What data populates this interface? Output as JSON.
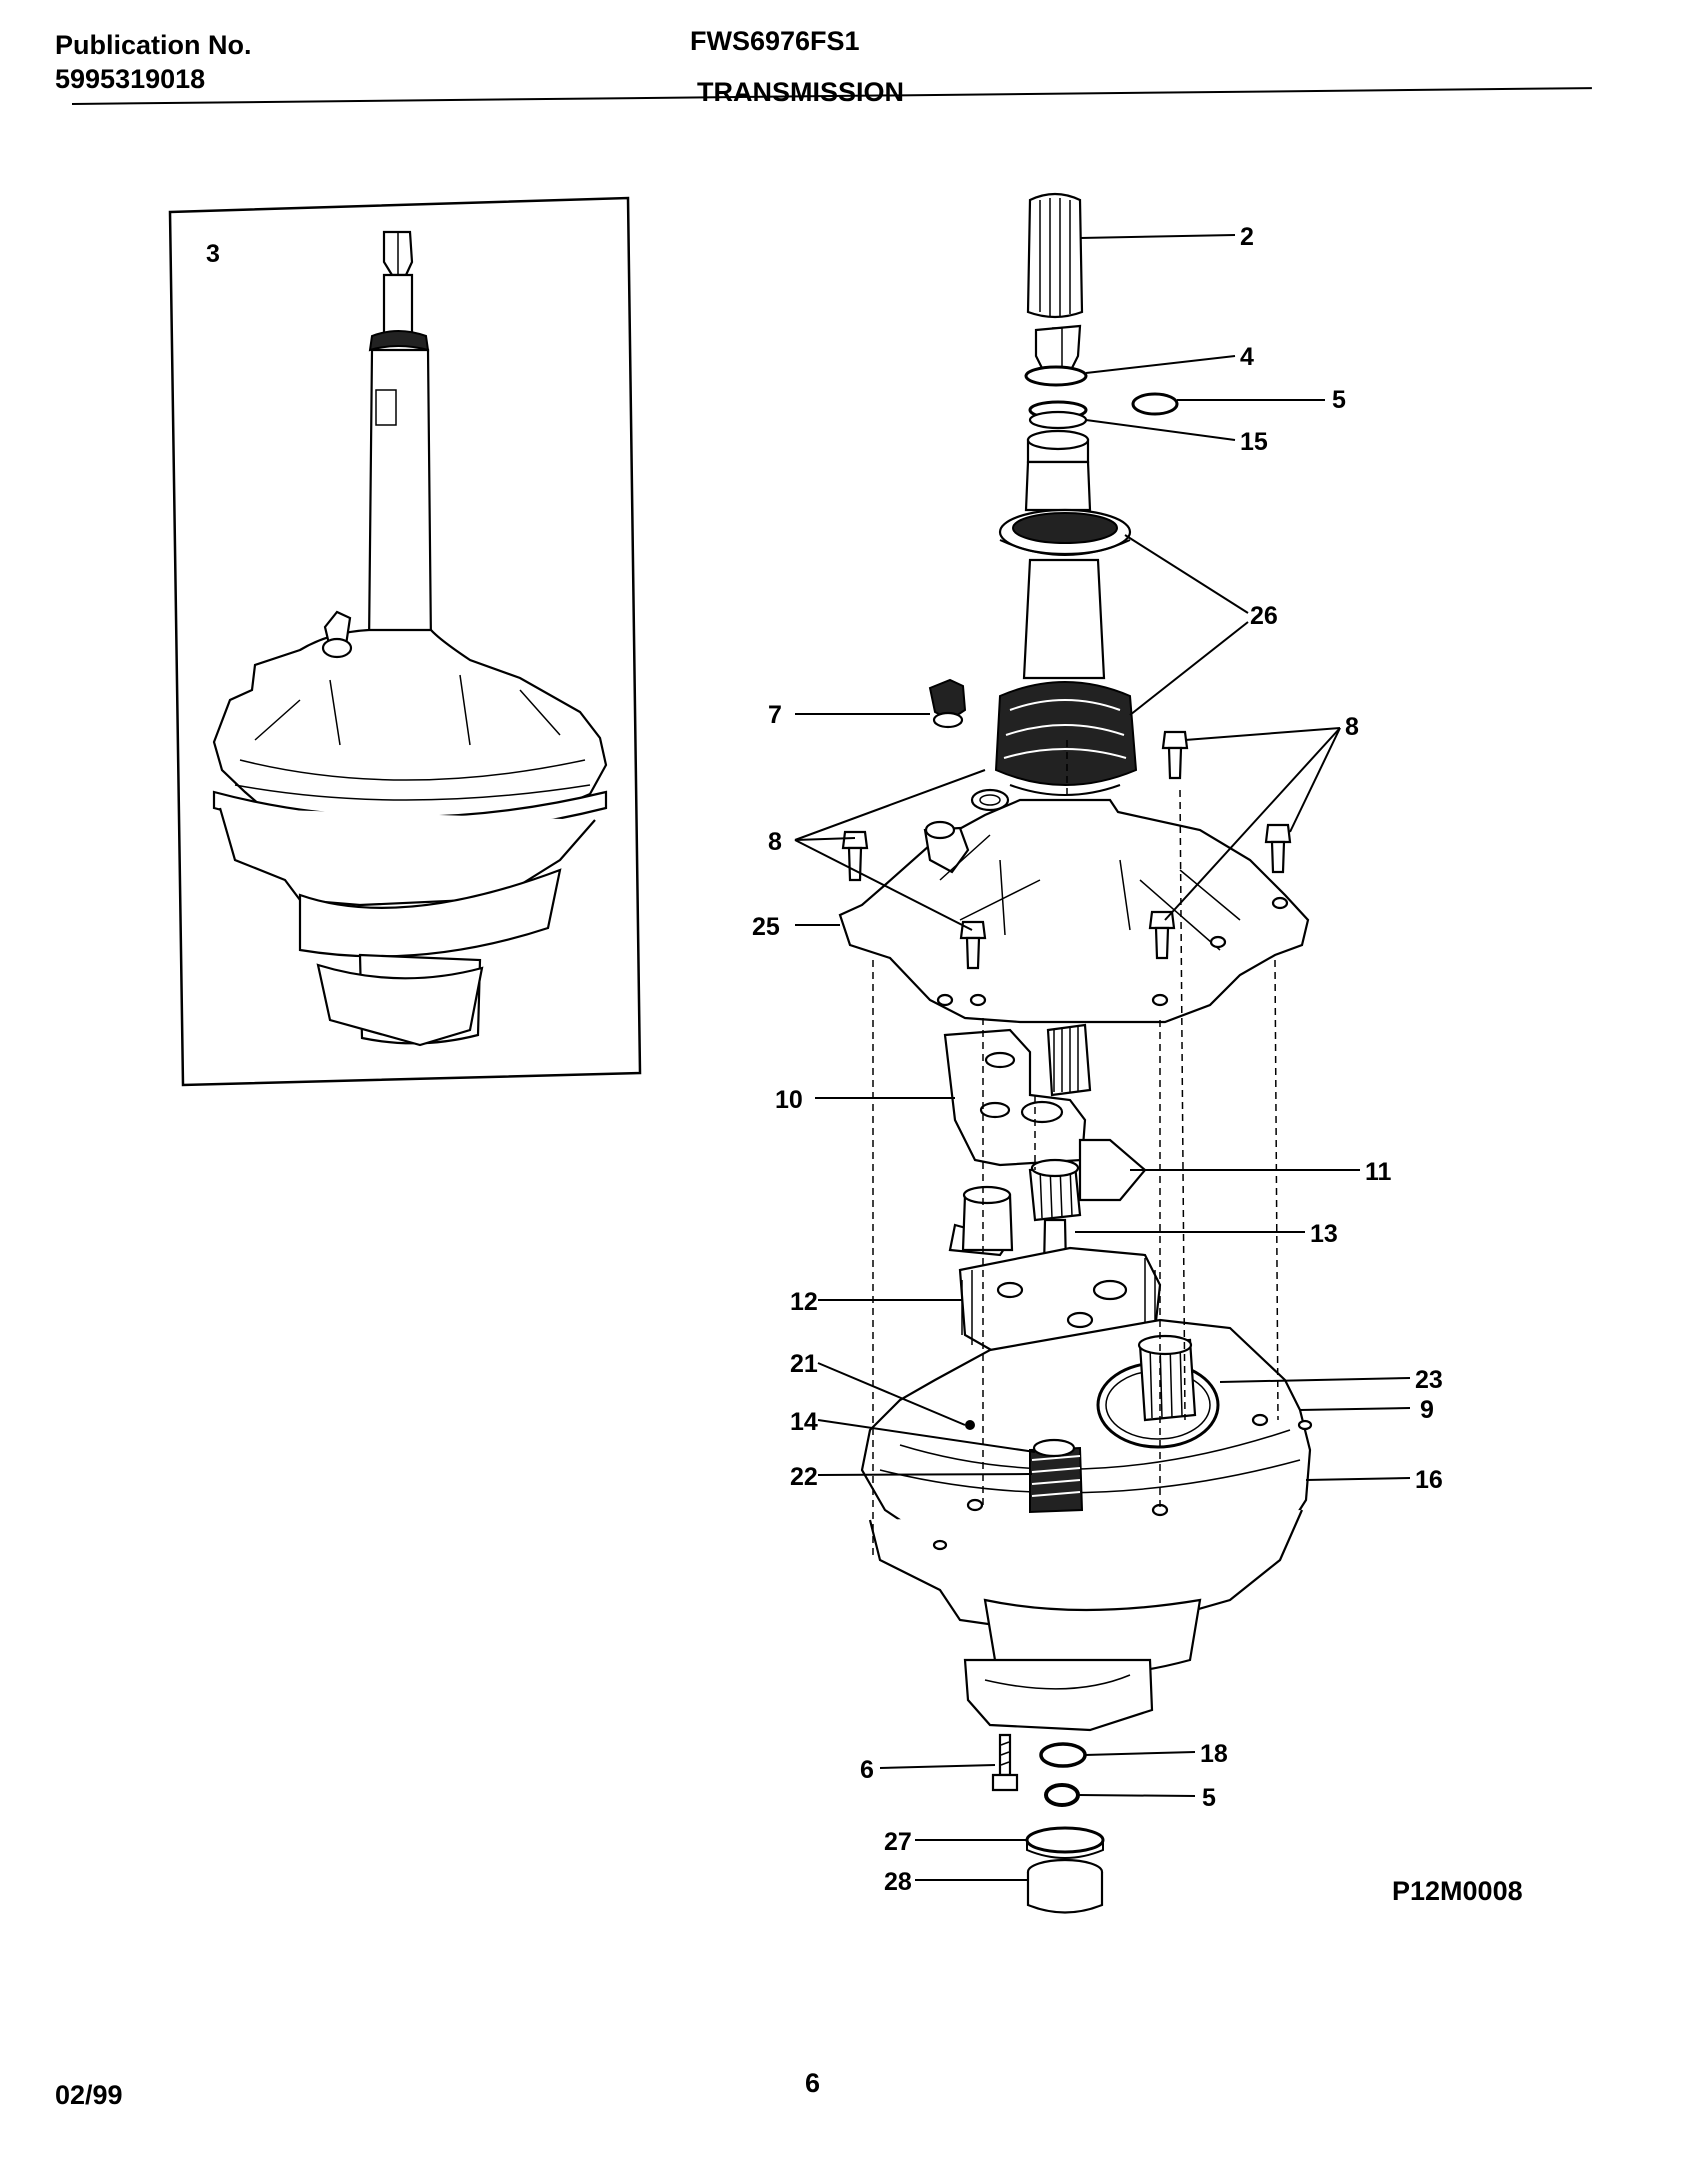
{
  "header": {
    "publication_label": "Publication No.",
    "publication_number": "5995319018",
    "model": "FWS6976FS1",
    "section": "TRANSMISSION"
  },
  "footer": {
    "date": "02/99",
    "page": "6",
    "figure_code": "P12M0008"
  },
  "inset": {
    "callout": "3"
  },
  "callouts": {
    "c2": "2",
    "c4": "4",
    "c5a": "5",
    "c15": "15",
    "c26": "26",
    "c7": "7",
    "c8a": "8",
    "c8b": "8",
    "c25": "25",
    "c10": "10",
    "c11": "11",
    "c13": "13",
    "c12": "12",
    "c21": "21",
    "c23": "23",
    "c9": "9",
    "c14": "14",
    "c22": "22",
    "c16": "16",
    "c6": "6",
    "c18": "18",
    "c5b": "5",
    "c27": "27",
    "c28": "28"
  }
}
